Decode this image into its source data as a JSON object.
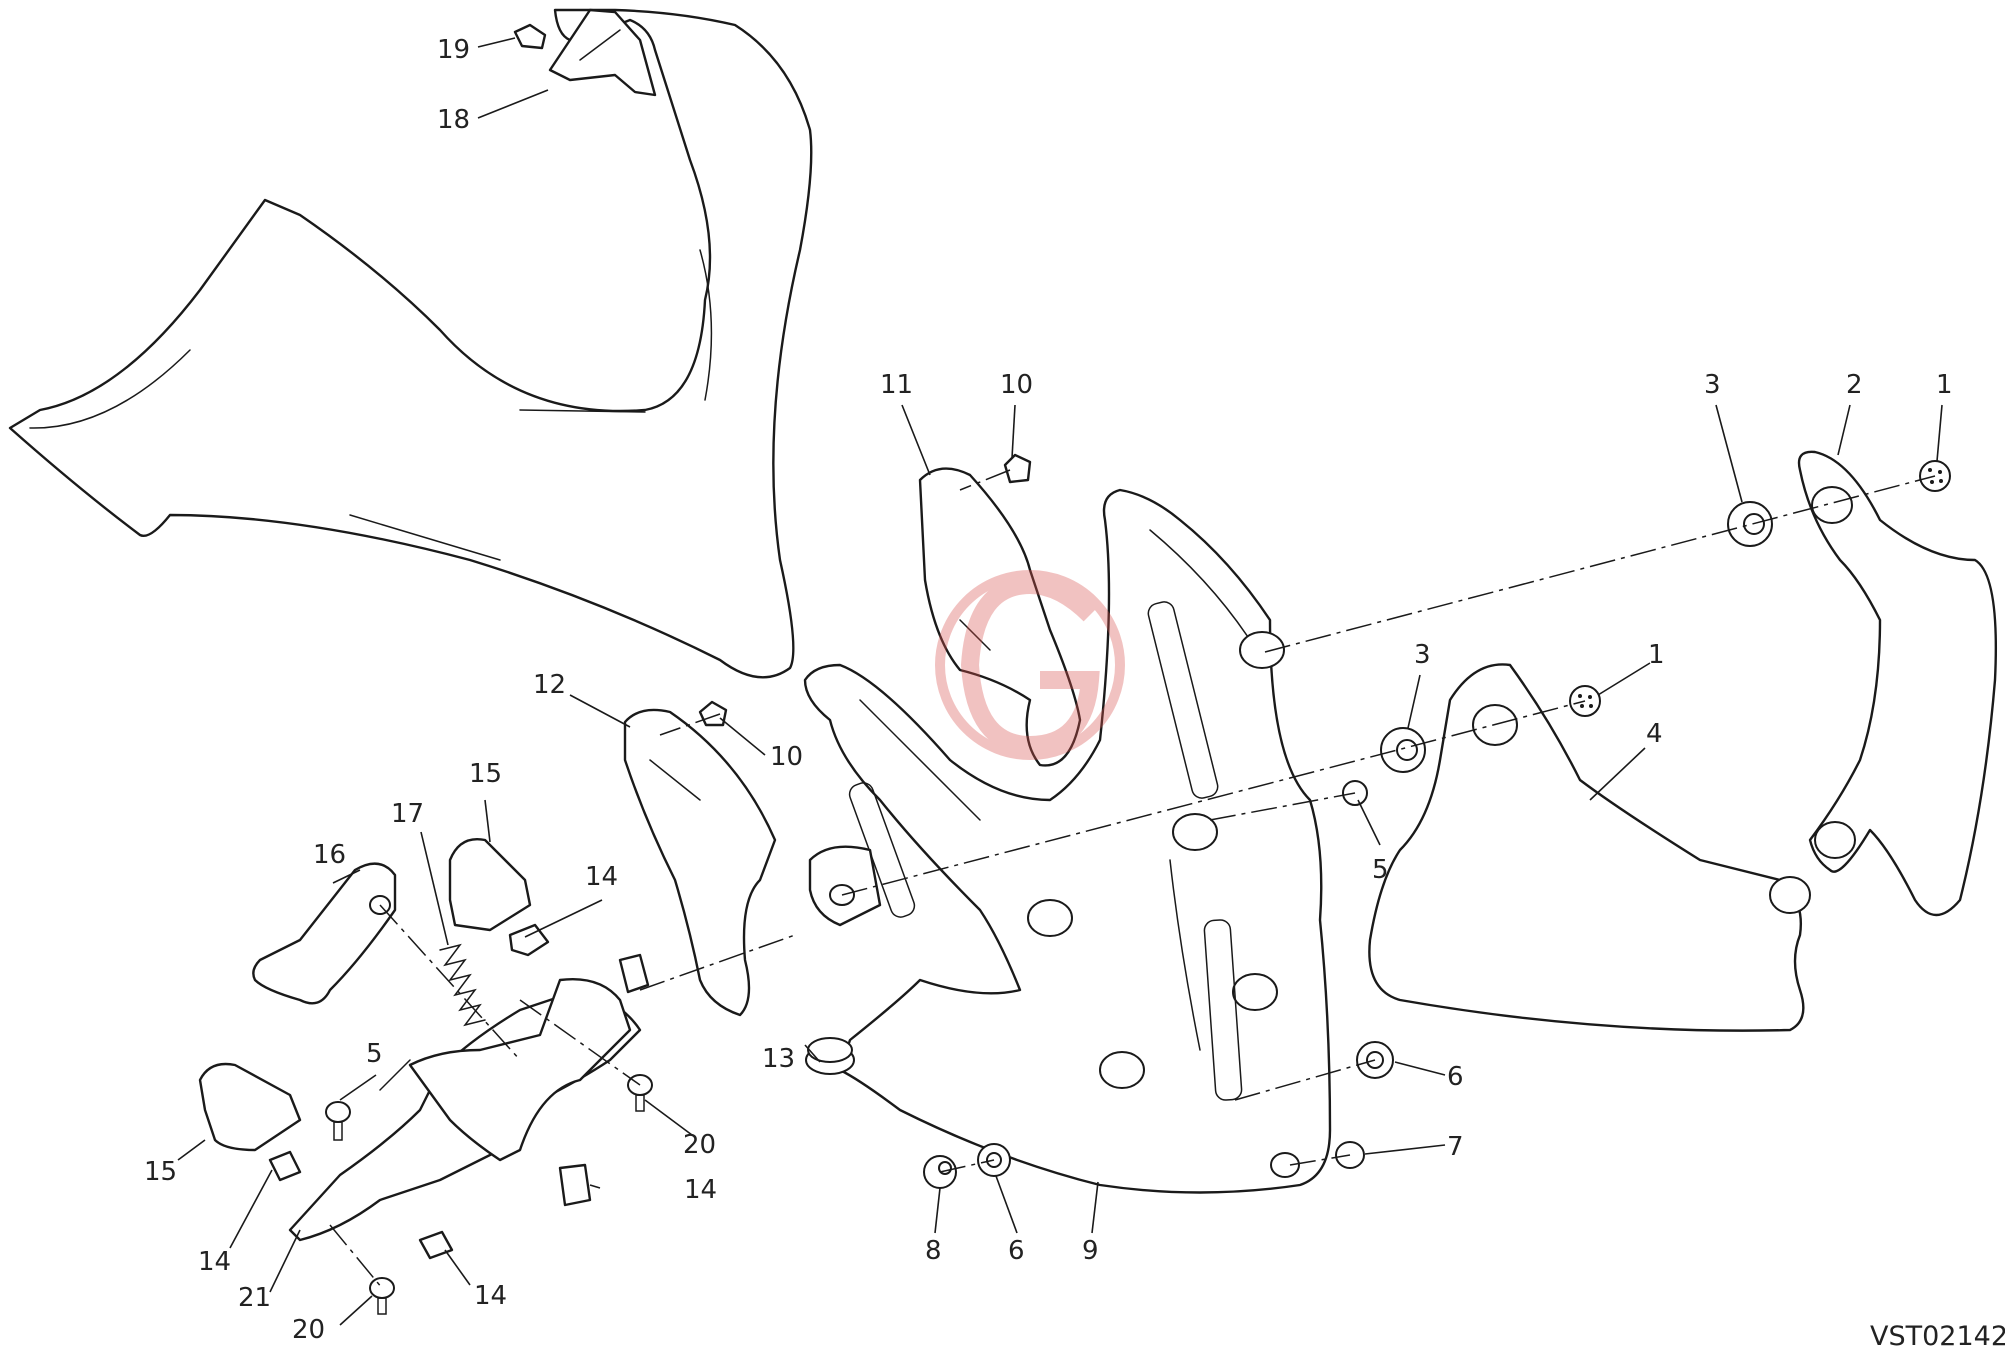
{
  "drawing_code": "VST02142",
  "callouts": [
    {
      "id": "c-19a",
      "label": "19"
    },
    {
      "id": "c-18a",
      "label": "18"
    },
    {
      "id": "c-11a",
      "label": "11"
    },
    {
      "id": "c-10a",
      "label": "10"
    },
    {
      "id": "c-3a",
      "label": "3"
    },
    {
      "id": "c-2a",
      "label": "2"
    },
    {
      "id": "c-1a",
      "label": "1"
    },
    {
      "id": "c-3b",
      "label": "3"
    },
    {
      "id": "c-1b",
      "label": "1"
    },
    {
      "id": "c-4a",
      "label": "4"
    },
    {
      "id": "c-12a",
      "label": "12"
    },
    {
      "id": "c-10b",
      "label": "10"
    },
    {
      "id": "c-15a",
      "label": "15"
    },
    {
      "id": "c-17a",
      "label": "17"
    },
    {
      "id": "c-16a",
      "label": "16"
    },
    {
      "id": "c-14a",
      "label": "14"
    },
    {
      "id": "c-5a",
      "label": "5"
    },
    {
      "id": "c-13a",
      "label": "13"
    },
    {
      "id": "c-6a",
      "label": "6"
    },
    {
      "id": "c-7a",
      "label": "7"
    },
    {
      "id": "c-5b",
      "label": "5"
    },
    {
      "id": "c-20a",
      "label": "20"
    },
    {
      "id": "c-15b",
      "label": "15"
    },
    {
      "id": "c-14b",
      "label": "14"
    },
    {
      "id": "c-14c",
      "label": "14"
    },
    {
      "id": "c-21a",
      "label": "21"
    },
    {
      "id": "c-14d",
      "label": "14"
    },
    {
      "id": "c-20b",
      "label": "20"
    },
    {
      "id": "c-8a",
      "label": "8"
    },
    {
      "id": "c-6b",
      "label": "6"
    },
    {
      "id": "c-9a",
      "label": "9"
    }
  ],
  "colors": {
    "line": "#1a1a1a",
    "watermark": "#d9534f",
    "background": "#ffffff"
  }
}
